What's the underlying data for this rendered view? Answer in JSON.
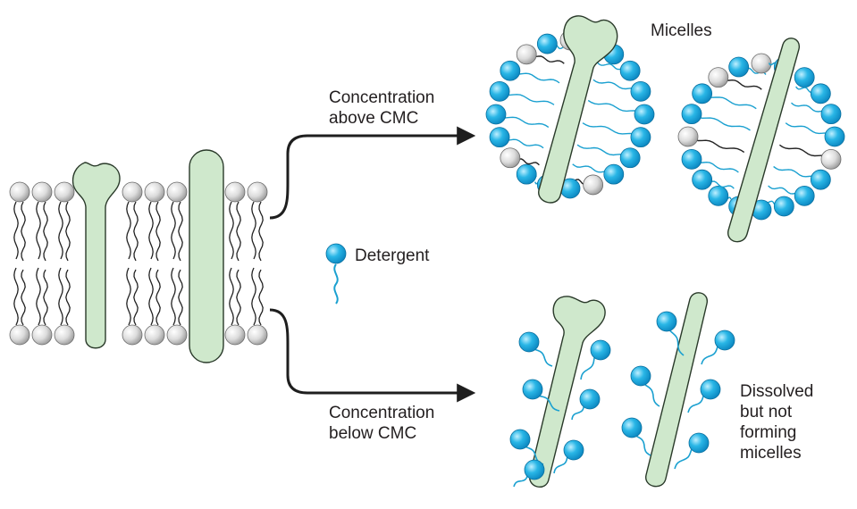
{
  "labels": {
    "above_cmc": [
      "Concentration",
      "above CMC"
    ],
    "below_cmc": [
      "Concentration",
      "below CMC"
    ],
    "micelles": "Micelles",
    "detergent": "Detergent",
    "dissolved": [
      "Dissolved",
      "but not",
      "forming",
      "micelles"
    ]
  },
  "colors": {
    "protein_fill": "#cfe8cc",
    "protein_stroke": "#2a3a2a",
    "detergent_head": "#29b6e6",
    "detergent_tail": "#1aa0d0",
    "lipid_head": "#d9d9d9",
    "arrow": "#1e1e1e",
    "text": "#231f20"
  },
  "icons": [
    "detergent-molecule-icon",
    "lipid-molecule-icon",
    "membrane-protein-icon"
  ]
}
